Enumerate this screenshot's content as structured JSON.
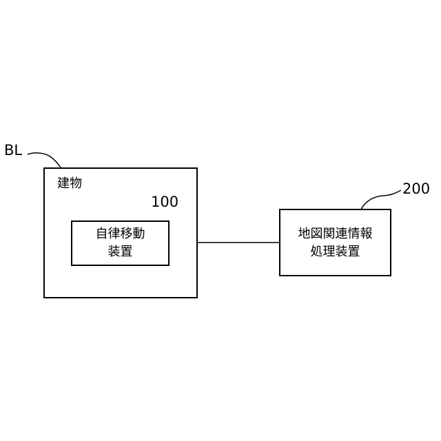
{
  "building": {
    "ref": "BL",
    "label": "建物"
  },
  "autonomous_device": {
    "ref": "100",
    "line1": "自律移動",
    "line2": "装置"
  },
  "map_processor": {
    "ref": "200",
    "line1": "地図関連情報",
    "line2": "処理装置"
  }
}
